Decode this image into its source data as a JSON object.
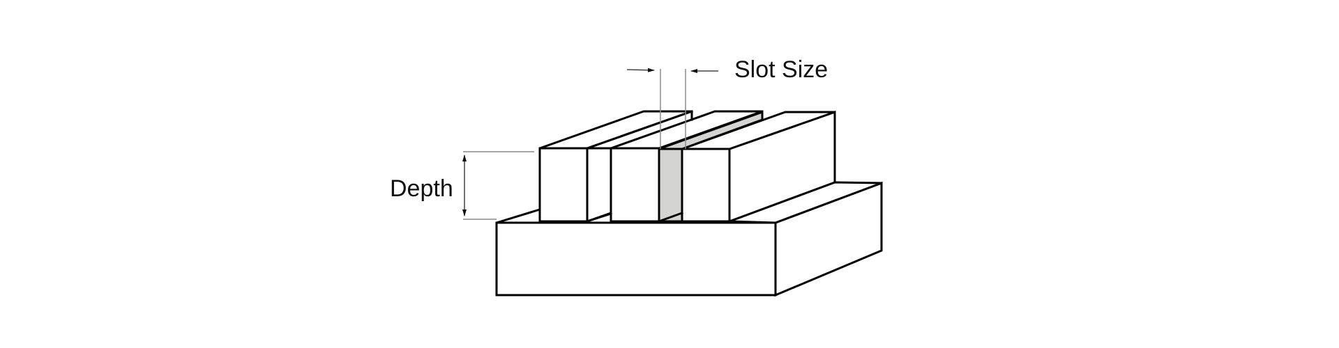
{
  "diagram": {
    "type": "isometric-slot-profile",
    "labels": {
      "slot_size": "Slot Size",
      "depth": "Depth"
    },
    "colors": {
      "outline": "#000000",
      "face_fill": "#ffffff",
      "slot_highlight": "#d4d4d2",
      "dimension_line": "#8a8a8a",
      "label_text": "#111111"
    },
    "elements": {
      "fins": 3,
      "highlighted_slot": "between fin 2 and fin 3"
    }
  }
}
